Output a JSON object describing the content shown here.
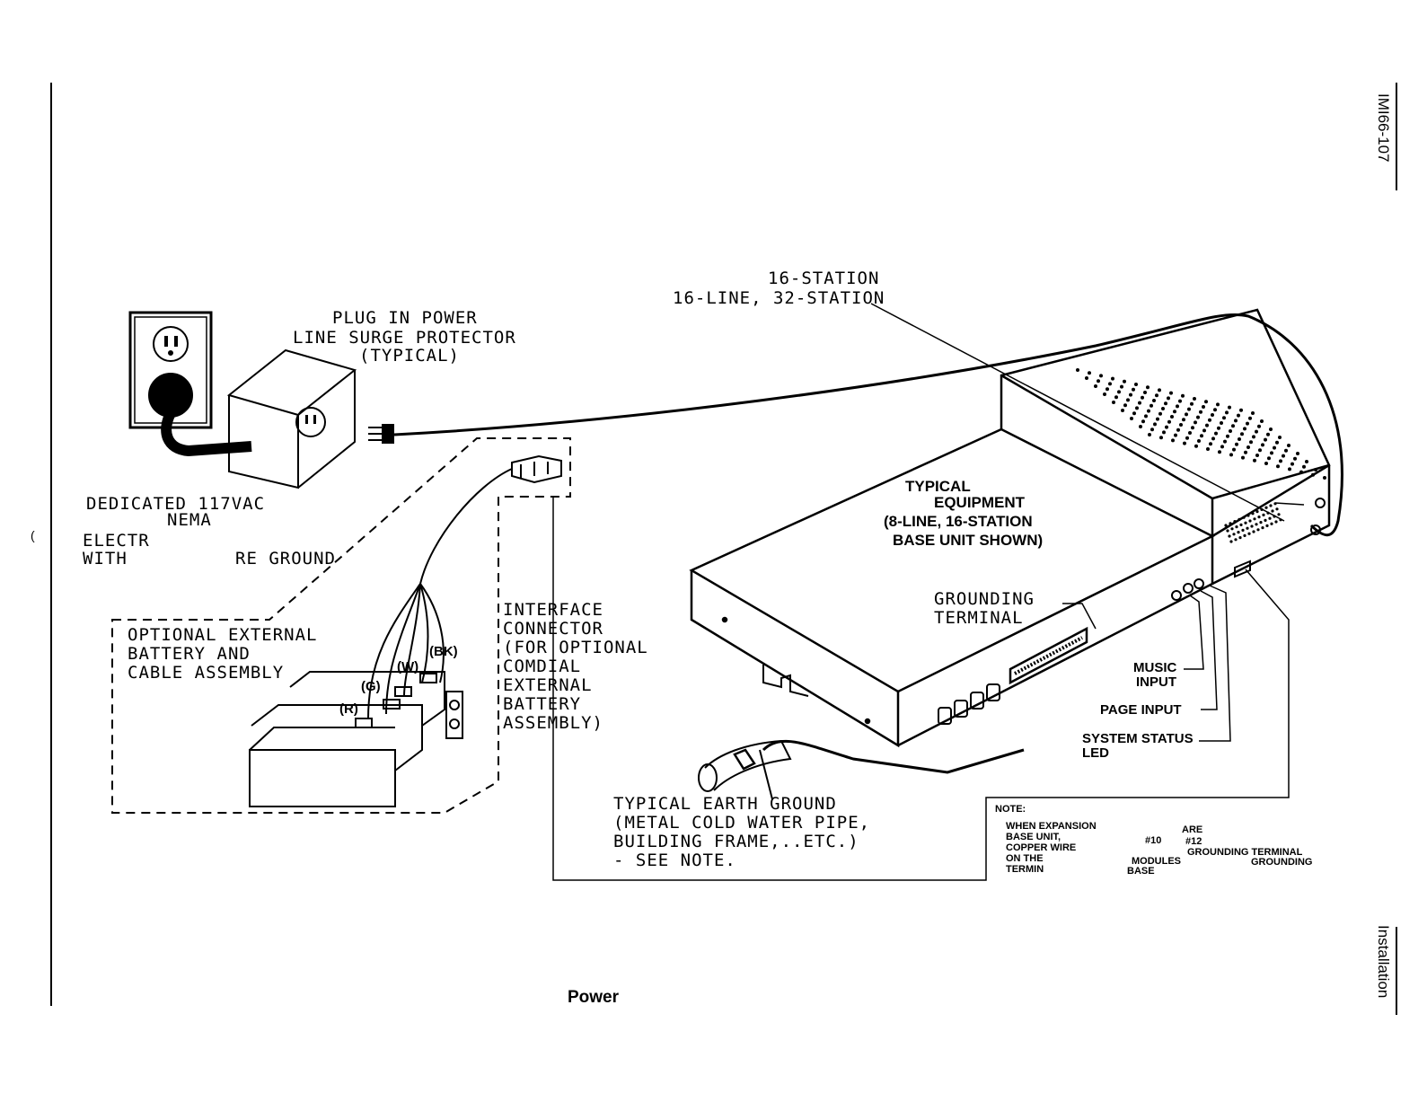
{
  "sidebar": {
    "doc_id": "IMI66-107",
    "section": "Installation"
  },
  "caption": "Power",
  "stray_mark": "(",
  "labels": {
    "station_a": "16-STATION",
    "station_b": "16-LINE, 32-STATION",
    "plug_1": "PLUG IN POWER",
    "plug_2": "LINE SURGE PROTECTOR",
    "plug_3": "(TYPICAL)",
    "ded_1": "DEDICATED 117VAC",
    "ded_2": "NEMA",
    "ded_3": "ELECTR",
    "ded_4": "WITH",
    "ded_5": "RE GROUND",
    "typ_1": "TYPICAL",
    "typ_2": "EQUIPMENT",
    "typ_3": "(8-LINE, 16-STATION",
    "typ_4": "BASE UNIT SHOWN)",
    "gnd_1": "GROUNDING",
    "gnd_2": "TERMINAL",
    "bat_1": "OPTIONAL EXTERNAL",
    "bat_2": "BATTERY AND",
    "bat_3": "CABLE ASSEMBLY",
    "wire_bk": "(BK)",
    "wire_w": "(W)",
    "wire_g": "(G)",
    "wire_r": "(R)",
    "if_1": "INTERFACE",
    "if_2": "CONNECTOR",
    "if_3": "(FOR OPTIONAL",
    "if_4": "COMDIAL",
    "if_5": "EXTERNAL",
    "if_6": "BATTERY",
    "if_7": "ASSEMBLY)",
    "music_1": "MUSIC",
    "music_2": "INPUT",
    "page": "PAGE INPUT",
    "led_1": "SYSTEM STATUS",
    "led_2": "LED",
    "earth_1": "TYPICAL EARTH GROUND",
    "earth_2": "(METAL COLD WATER PIPE,",
    "earth_3": "BUILDING FRAME,..ETC.)",
    "earth_4": "- SEE NOTE."
  },
  "note": {
    "title": "NOTE:",
    "a": "WHEN EXPANSION",
    "b": "BASE UNIT,",
    "c": "COPPER WIRE",
    "d": "ON THE",
    "e": "TERMIN",
    "f": "#10",
    "g": "ARE",
    "h": "#12",
    "i": "GROUNDING TERMINAL",
    "j": "GROUNDING",
    "k": "MODULES",
    "l": "BASE"
  }
}
